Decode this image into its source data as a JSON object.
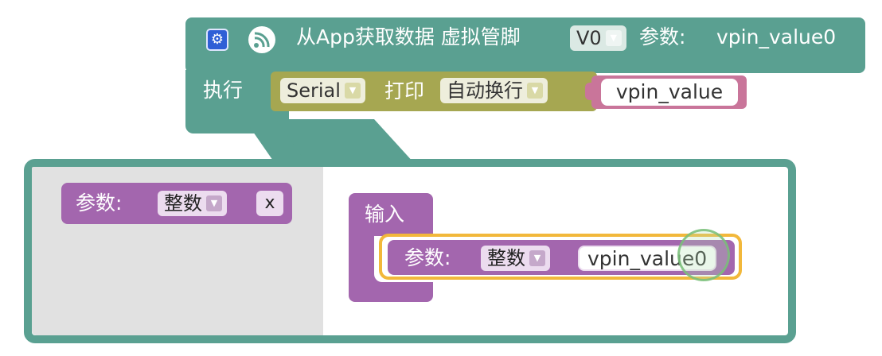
{
  "event_block": {
    "title": "从App获取数据 虚拟管脚",
    "pin_value": "V0",
    "param_label": "参数:",
    "param_name": "vpin_value0",
    "do_label": "执行",
    "color": "#5aa091"
  },
  "serial_block": {
    "port_value": "Serial",
    "print_label": "打印",
    "mode_value": "自动换行",
    "color": "#a6a751"
  },
  "value_block": {
    "var_name": "vpin_value",
    "color": "#c9759a"
  },
  "mutator": {
    "flyout_param": {
      "label": "参数:",
      "type_value": "整数",
      "name_value": "x"
    },
    "container": {
      "label": "输入",
      "color": "#a366ae"
    },
    "param_item": {
      "label": "参数:",
      "type_value": "整数",
      "name_value": "vpin_value0",
      "highlight_color": "#f2b83b"
    }
  },
  "icons": {
    "gear": "gear-icon",
    "wifi": "wifi-signal-icon",
    "dropdown": "chevron-down-icon"
  }
}
